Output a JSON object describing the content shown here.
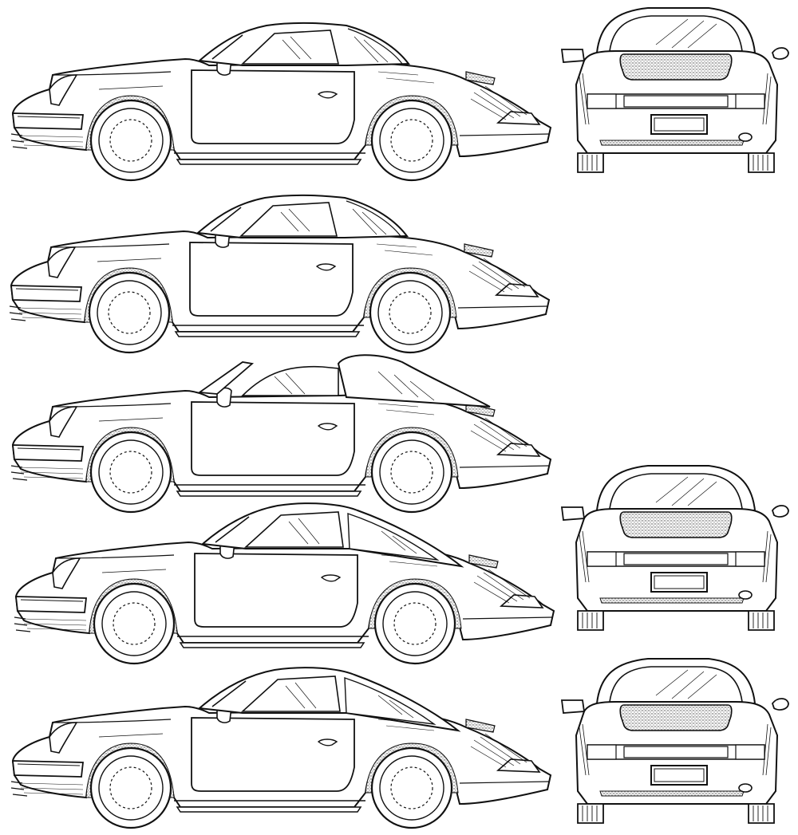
{
  "sheet": {
    "background": "#ffffff",
    "ink": "#111111",
    "stipple": "#5a5a5a"
  },
  "side_views": [
    {
      "name": "side-view-1",
      "roof": "soft-top",
      "door_handle": true
    },
    {
      "name": "side-view-2",
      "roof": "soft-top",
      "door_handle": true
    },
    {
      "name": "side-view-3",
      "roof": "open-windshield",
      "door_handle": true
    },
    {
      "name": "side-view-4",
      "roof": "hard-top",
      "door_handle": true
    },
    {
      "name": "side-view-5",
      "roof": "hard-top",
      "door_handle": true
    }
  ],
  "rear_views": [
    {
      "name": "rear-view-1",
      "license_plate": "blank"
    },
    {
      "name": "rear-view-2",
      "license_plate": "blank"
    },
    {
      "name": "rear-view-3",
      "license_plate": "blank"
    }
  ]
}
